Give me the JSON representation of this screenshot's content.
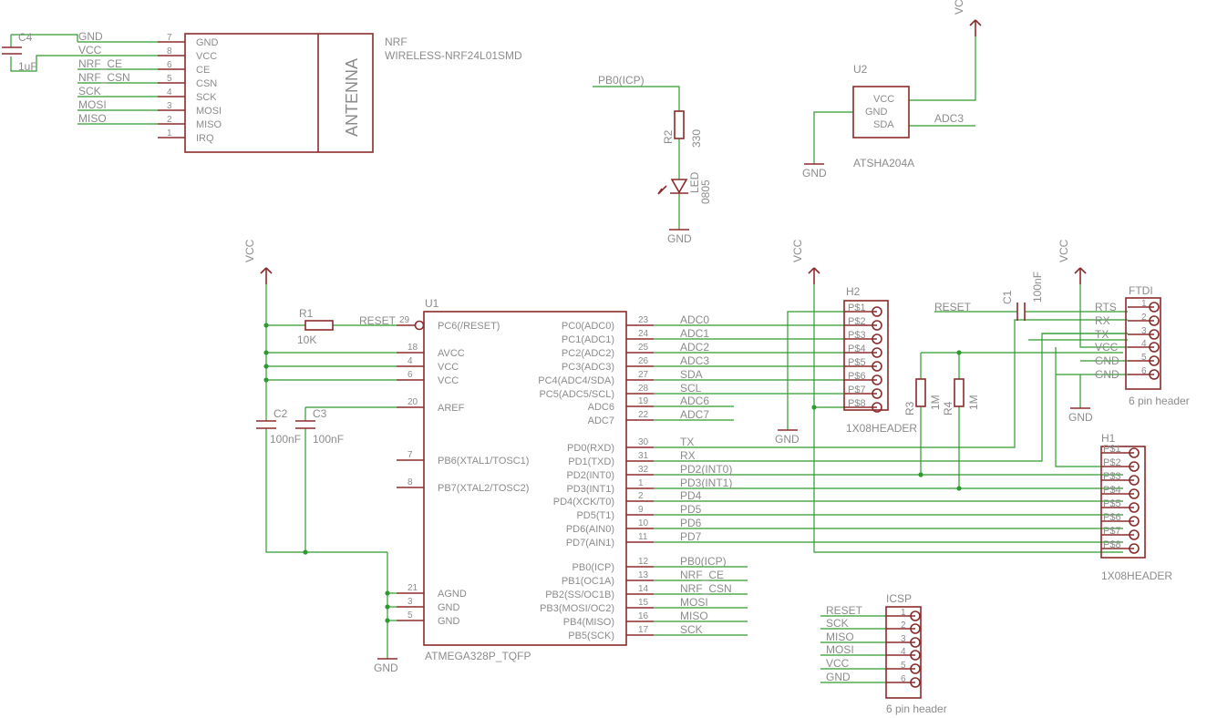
{
  "colors": {
    "component": "#8b2b2b",
    "wire": "#2e9b2e",
    "text": "#8c8c8c",
    "background": "#ffffff"
  },
  "nrf": {
    "name": "NRF",
    "value": "WIRELESS-NRF24L01SMD",
    "antenna": "ANTENNA",
    "pins": [
      {
        "num": "7",
        "name": "GND",
        "net": "GND"
      },
      {
        "num": "8",
        "name": "VCC",
        "net": "VCC"
      },
      {
        "num": "6",
        "name": "CE",
        "net": "NRF_CE"
      },
      {
        "num": "5",
        "name": "CSN",
        "net": "NRF_CSN"
      },
      {
        "num": "4",
        "name": "SCK",
        "net": "SCK"
      },
      {
        "num": "3",
        "name": "MOSI",
        "net": "MOSI"
      },
      {
        "num": "2",
        "name": "MISO",
        "net": "MISO"
      },
      {
        "num": "1",
        "name": "IRQ",
        "net": ""
      }
    ]
  },
  "c4": {
    "name": "C4",
    "value": "1uF"
  },
  "led_circuit": {
    "net": "PB0(ICP)",
    "r_name": "R2",
    "r_value": "330",
    "led_name": "LED",
    "led_value": "0805",
    "gnd": "GND"
  },
  "u2": {
    "name": "U2",
    "value": "ATSHA204A",
    "vcc": "VCC",
    "gnd": "GND",
    "net": "ADC3",
    "pins": [
      "VCC",
      "GND",
      "SDA"
    ]
  },
  "u1": {
    "name": "U1",
    "value": "ATMEGA328P_TQFP",
    "left_pins": [
      {
        "num": "29",
        "name": "PC6(/RESET)"
      },
      {
        "num": "18",
        "name": "AVCC"
      },
      {
        "num": "4",
        "name": "VCC"
      },
      {
        "num": "6",
        "name": "VCC"
      },
      {
        "num": "20",
        "name": "AREF"
      },
      {
        "num": "7",
        "name": "PB6(XTAL1/TOSC1)"
      },
      {
        "num": "8",
        "name": "PB7(XTAL2/TOSC2)"
      },
      {
        "num": "21",
        "name": "AGND"
      },
      {
        "num": "3",
        "name": "GND"
      },
      {
        "num": "5",
        "name": "GND"
      }
    ],
    "right_pins": [
      {
        "num": "23",
        "name": "PC0(ADC0)",
        "net": "ADC0"
      },
      {
        "num": "24",
        "name": "PC1(ADC1)",
        "net": "ADC1"
      },
      {
        "num": "25",
        "name": "PC2(ADC2)",
        "net": "ADC2"
      },
      {
        "num": "26",
        "name": "PC3(ADC3)",
        "net": "ADC3"
      },
      {
        "num": "27",
        "name": "PC4(ADC4/SDA)",
        "net": "SDA"
      },
      {
        "num": "28",
        "name": "PC5(ADC5/SCL)",
        "net": "SCL"
      },
      {
        "num": "19",
        "name": "ADC6",
        "net": "ADC6"
      },
      {
        "num": "22",
        "name": "ADC7",
        "net": "ADC7"
      },
      {
        "num": "30",
        "name": "PD0(RXD)",
        "net": "TX"
      },
      {
        "num": "31",
        "name": "PD1(TXD)",
        "net": "RX"
      },
      {
        "num": "32",
        "name": "PD2(INT0)",
        "net": "PD2(INT0)"
      },
      {
        "num": "1",
        "name": "PD3(INT1)",
        "net": "PD3(INT1)"
      },
      {
        "num": "2",
        "name": "PD4(XCK/T0)",
        "net": "PD4"
      },
      {
        "num": "9",
        "name": "PD5(T1)",
        "net": "PD5"
      },
      {
        "num": "10",
        "name": "PD6(AIN0)",
        "net": "PD6"
      },
      {
        "num": "11",
        "name": "PD7(AIN1)",
        "net": "PD7"
      },
      {
        "num": "12",
        "name": "PB0(ICP)",
        "net": "PB0(ICP)"
      },
      {
        "num": "13",
        "name": "PB1(OC1A)",
        "net": "NRF_CE"
      },
      {
        "num": "14",
        "name": "PB2(SS/OC1B)",
        "net": "NRF_CSN"
      },
      {
        "num": "15",
        "name": "PB3(MOSI/OC2)",
        "net": "MOSI"
      },
      {
        "num": "16",
        "name": "PB4(MISO)",
        "net": "MISO"
      },
      {
        "num": "17",
        "name": "PB5(SCK)",
        "net": "SCK"
      }
    ]
  },
  "reset_net": "RESET",
  "vcc": "VCC",
  "gnd": "GND",
  "r1": {
    "name": "R1",
    "value": "10K"
  },
  "c2": {
    "name": "C2",
    "value": "100nF"
  },
  "c3": {
    "name": "C3",
    "value": "100nF"
  },
  "h2": {
    "name": "H2",
    "value": "1X08HEADER",
    "pins": [
      "P$1",
      "P$2",
      "P$3",
      "P$4",
      "P$5",
      "P$6",
      "P$7",
      "P$8"
    ]
  },
  "h1": {
    "name": "H1",
    "value": "1X08HEADER",
    "pins": [
      "P$1",
      "P$2",
      "P$3",
      "P$4",
      "P$5",
      "P$6",
      "P$7",
      "P$8"
    ]
  },
  "c1": {
    "name": "C1",
    "value": "100nF"
  },
  "r3": {
    "name": "R3",
    "value": "1M"
  },
  "r4": {
    "name": "R4",
    "value": "1M"
  },
  "ftdi": {
    "name": "FTDI",
    "value": "6 pin header",
    "nets": [
      "RTS",
      "RX",
      "TX",
      "VCC",
      "GND",
      "GND"
    ],
    "pins": [
      "1",
      "2",
      "3",
      "4",
      "5",
      "6"
    ]
  },
  "icsp": {
    "name": "ICSP",
    "value": "6 pin header",
    "nets": [
      "RESET",
      "SCK",
      "MISO",
      "MOSI",
      "VCC",
      "GND"
    ],
    "pins": [
      "1",
      "2",
      "3",
      "4",
      "5",
      "6"
    ]
  }
}
